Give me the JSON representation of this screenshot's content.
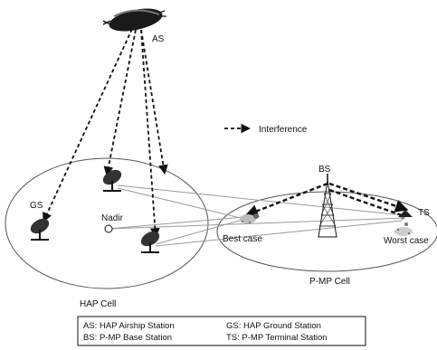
{
  "labels": {
    "as": "AS",
    "gs": "GS",
    "bs": "BS",
    "ts": "TS",
    "nadir": "Nadir",
    "best_case": "Best case",
    "worst_case": "Worst case",
    "hap_cell": "HAP Cell",
    "pmp_cell": "P-MP Cell",
    "interference": "Interference"
  },
  "legend": {
    "row1_left": "AS: HAP Airship Station",
    "row1_right": "GS: HAP Ground Station",
    "row2_left": "BS: P-MP Base Station",
    "row2_right": "TS: P-MP Terminal Station"
  },
  "colors": {
    "ink": "#111111",
    "signal": "#9a9a9a",
    "cell_outline": "#555555"
  },
  "icons": [
    "airship-icon",
    "dish-antenna-icon",
    "tower-icon"
  ]
}
